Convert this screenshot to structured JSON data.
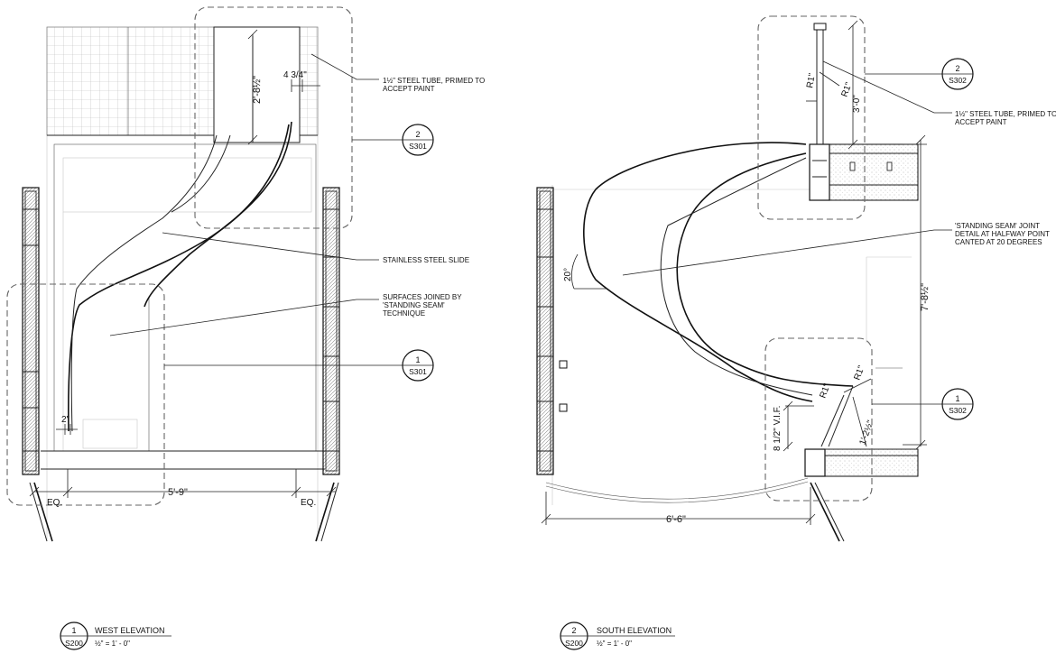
{
  "west_elevation": {
    "notes": {
      "tube_line1": "1½\" STEEL TUBE, PRIMED TO",
      "tube_line2": "ACCEPT PAINT",
      "slide": "STAINLESS STEEL SLIDE",
      "seam_line1": "SURFACES JOINED BY",
      "seam_line2": "'STANDING SEAM'",
      "seam_line3": "TECHNIQUE"
    },
    "dimensions": {
      "tube_height": "2'-8½\"",
      "tube_offset": "4 3/4\"",
      "gap": "2\"",
      "width": "5'-9\"",
      "eq_left": "EQ.",
      "eq_right": "EQ."
    },
    "detail_tags": [
      {
        "num": "2",
        "sheet": "S301"
      },
      {
        "num": "1",
        "sheet": "S301"
      }
    ],
    "title": {
      "num": "1",
      "sheet": "S200",
      "name": "WEST ELEVATION",
      "scale": "½\" = 1' - 0\""
    }
  },
  "south_elevation": {
    "notes": {
      "tube_line1": "1½\" STEEL TUBE, PRIMED TO",
      "tube_line2": "ACCEPT PAINT",
      "joint_line1": "'STANDING SEAM' JOINT",
      "joint_line2": "DETAIL AT HALFWAY POINT",
      "joint_line3": "CANTED AT 20 DEGREES"
    },
    "dimensions": {
      "radius_top_a": "R1\"",
      "radius_top_b": "R1\"",
      "tube_height": "3'-0\"",
      "angle": "20°",
      "overall_height": "7'-8½\"",
      "radius_bot_a": "R1\"",
      "radius_bot_b": "R1\"",
      "exit_height": "1'-2½\"",
      "vif": "8 1/2\" V.I.F.",
      "width": "6'-6\""
    },
    "detail_tags": [
      {
        "num": "2",
        "sheet": "S302"
      },
      {
        "num": "1",
        "sheet": "S302"
      }
    ],
    "title": {
      "num": "2",
      "sheet": "S200",
      "name": "SOUTH ELEVATION",
      "scale": "½\" = 1' - 0\""
    }
  }
}
